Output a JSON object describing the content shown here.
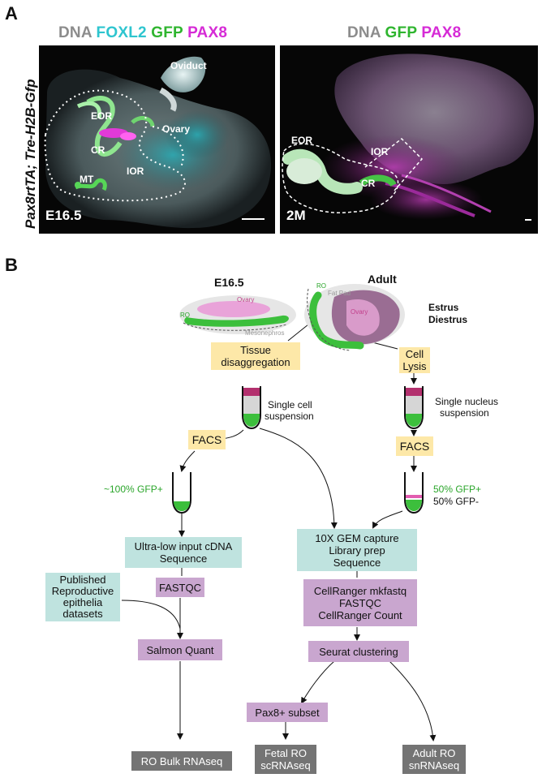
{
  "panelA": {
    "letter": "A",
    "side_label": "Pax8rtTA; Tre-H2B-Gfp",
    "left": {
      "stain_dna": "DNA",
      "stain_foxl2": "FOXL2",
      "stain_gfp": "GFP",
      "stain_pax8": "PAX8",
      "stage": "E16.5",
      "labels": {
        "oviduct": "Oviduct",
        "eor": "EOR",
        "ovary": "Ovary",
        "cr": "CR",
        "ior": "IOR",
        "mt": "MT"
      }
    },
    "right": {
      "stain_dna": "DNA",
      "stain_gfp": "GFP",
      "stain_pax8": "PAX8",
      "stage": "2M",
      "labels": {
        "eor": "EOR",
        "ior": "IOR",
        "cr": "CR"
      }
    },
    "colors": {
      "dna": "#8c8c8c",
      "foxl2": "#2ec5cf",
      "gfp": "#2fb52f",
      "pax8": "#d62bd6"
    }
  },
  "panelB": {
    "letter": "B",
    "e165": {
      "title": "E16.5",
      "ovary": "Ovary",
      "ro": "RO",
      "mesonephros": "Mesonephros"
    },
    "adult": {
      "title": "Adult",
      "ro": "RO",
      "fat_pad": "Fat Pad",
      "ovary": "Ovary",
      "estrus": "Estrus",
      "diestrus": "Diestrus"
    },
    "steps": {
      "tissue_disagg_1": "Tissue",
      "tissue_disagg_2": "disaggregation",
      "cell_lysis_1": "Cell",
      "cell_lysis_2": "Lysis",
      "single_cell_1": "Single cell",
      "single_cell_2": "suspension",
      "single_nucleus_1": "Single nucleus",
      "single_nucleus_2": "suspension",
      "facs_left": "FACS",
      "facs_right": "FACS",
      "gfp100": "~100% GFP+",
      "gfp50pos": "50% GFP+",
      "gfp50neg": "50% GFP-",
      "ultralow_1": "Ultra-low input cDNA",
      "ultralow_2": "Sequence",
      "gem_1": "10X GEM capture",
      "gem_2": "Library prep",
      "gem_3": "Sequence",
      "published_1": "Published",
      "published_2": "Reproductive",
      "published_3": "epithelia",
      "published_4": "datasets",
      "fastqc": "FASTQC",
      "cellranger_1": "CellRanger mkfastq",
      "cellranger_2": "FASTQC",
      "cellranger_3": "CellRanger Count",
      "salmon": "Salmon Quant",
      "seurat": "Seurat clustering",
      "pax8_subset": "Pax8+ subset",
      "ro_bulk": "RO Bulk RNAseq",
      "fetal_1": "Fetal RO",
      "fetal_2": "scRNAseq",
      "adult_1": "Adult RO",
      "adult_2": "snRNAseq"
    },
    "colors": {
      "yellow": "#fde8a8",
      "teal": "#bfe3df",
      "purple": "#c9a6cf",
      "gray": "#747474",
      "green": "#2aa52a"
    }
  }
}
